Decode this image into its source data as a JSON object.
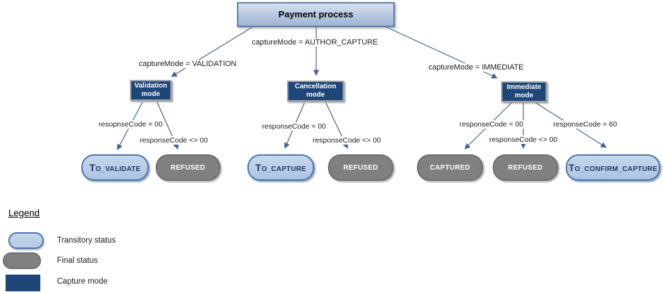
{
  "diagram": {
    "root": {
      "label": "Payment process"
    },
    "branch_labels": [
      {
        "id": "validation",
        "text": "captureMode = VALIDATION"
      },
      {
        "id": "author_capture",
        "text": "captureMode = AUTHOR_CAPTURE"
      },
      {
        "id": "immediate",
        "text": "captureMode = IMMEDIATE"
      }
    ],
    "modes": [
      {
        "label": "Validation mode"
      },
      {
        "label": "Cancellation mode"
      },
      {
        "label": "Immediate mode"
      }
    ],
    "response_labels": [
      {
        "branch": "validation",
        "text": "resopnseCode = 00"
      },
      {
        "branch": "validation",
        "text": "responseCode <> 00"
      },
      {
        "branch": "cancellation",
        "text": "responseCode = 00"
      },
      {
        "branch": "cancellation",
        "text": "responseCode <> 00"
      },
      {
        "branch": "immediate",
        "text": "responseCode = 00"
      },
      {
        "branch": "immediate",
        "text": "responseCode <> 00"
      },
      {
        "branch": "immediate",
        "text": "responseCode = 60"
      }
    ],
    "statuses": [
      {
        "label": "TO_VALIDATE",
        "type": "transitory"
      },
      {
        "label": "REFUSED",
        "type": "final"
      },
      {
        "label": "TO_CAPTURE",
        "type": "transitory"
      },
      {
        "label": "REFUSED",
        "type": "final"
      },
      {
        "label": "CAPTURED",
        "type": "final"
      },
      {
        "label": "REFUSED",
        "type": "final"
      },
      {
        "label": "TO_CONFIRM_CAPTURE",
        "type": "transitory"
      }
    ]
  },
  "legend": {
    "title": "Legend",
    "items": [
      {
        "swatch": "transitory-pill",
        "label": "Transitory status"
      },
      {
        "swatch": "final-pill",
        "label": "Final status"
      },
      {
        "swatch": "capture-rect",
        "label": "Capture mode"
      }
    ]
  },
  "colors": {
    "transitory_fill": "#b9cde7",
    "transitory_border": "#4a76ad",
    "transitory_text": "#1f3864",
    "final_fill": "#808080",
    "final_border": "#6e6e6e",
    "capture_fill": "#1f4678",
    "capture_border": "#9aa0a6",
    "root_border": "#5b7ca8",
    "connector": "#46618f",
    "label_text": "#1a1a1a"
  }
}
